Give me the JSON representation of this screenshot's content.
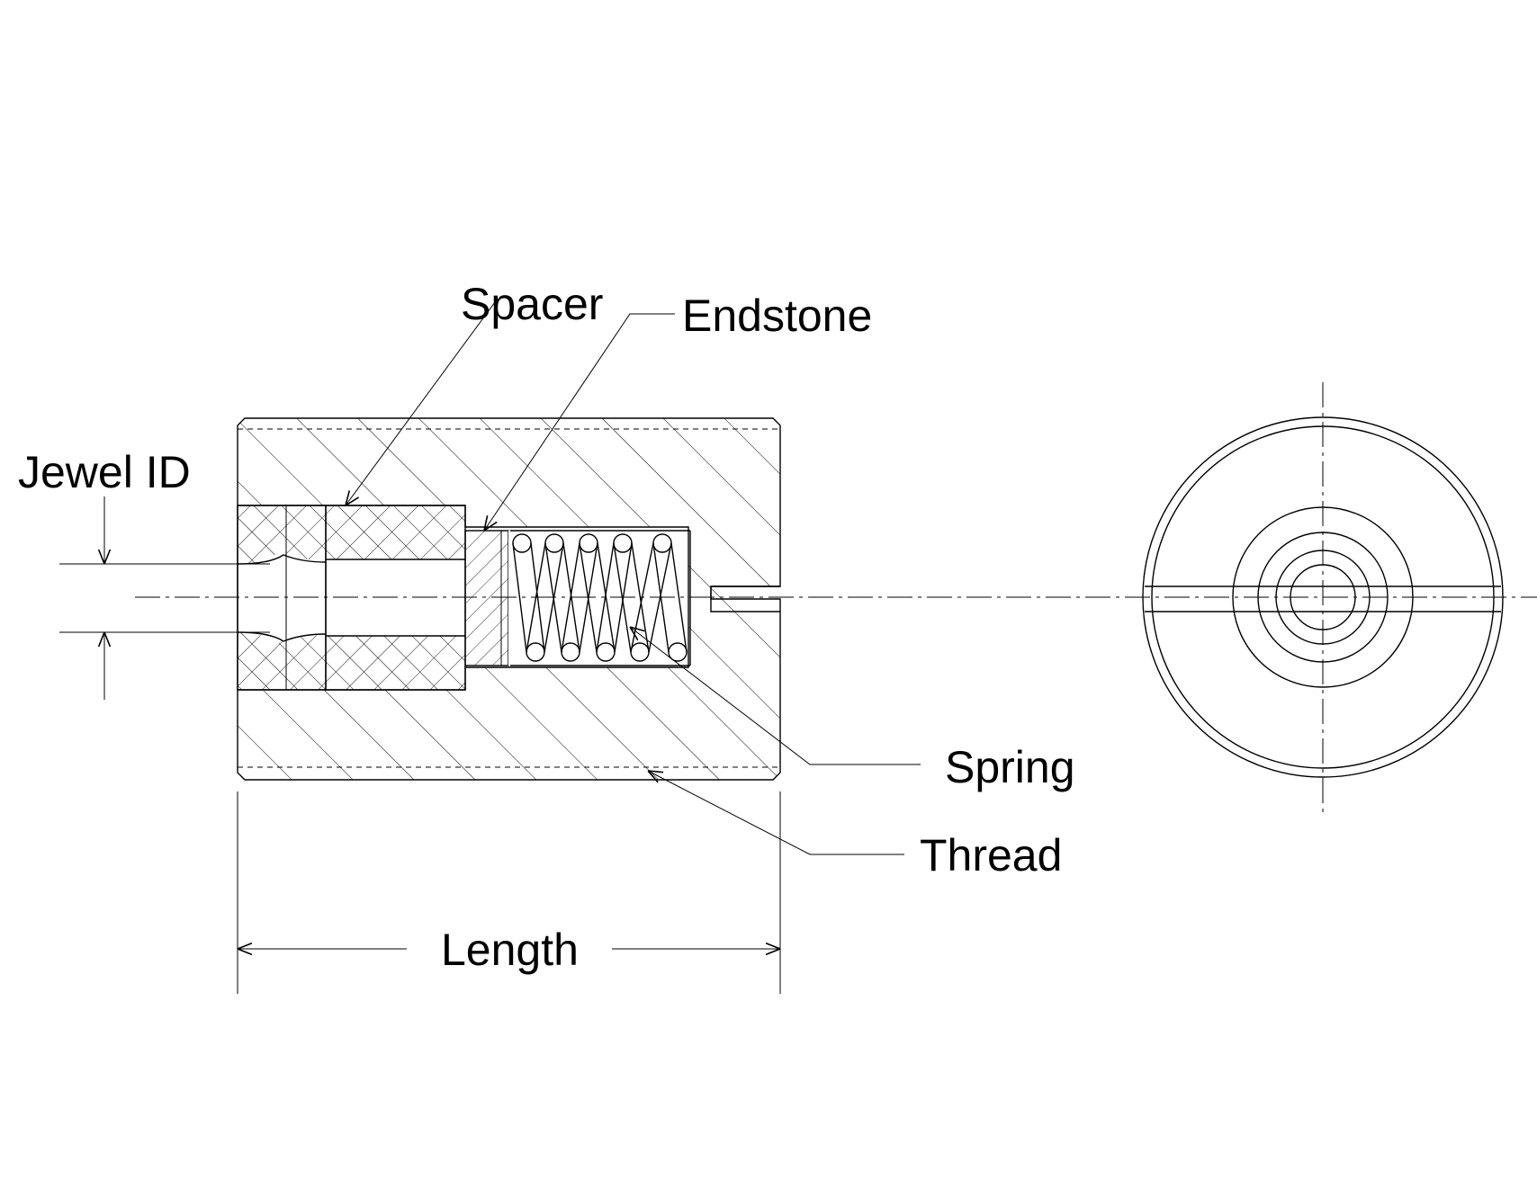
{
  "labels": {
    "spacer": "Spacer",
    "endstone": "Endstone",
    "jewel_id": "Jewel ID",
    "spring": "Spring",
    "thread": "Thread",
    "length": "Length"
  },
  "colors": {
    "line": "#000000",
    "background": "#ffffff"
  }
}
